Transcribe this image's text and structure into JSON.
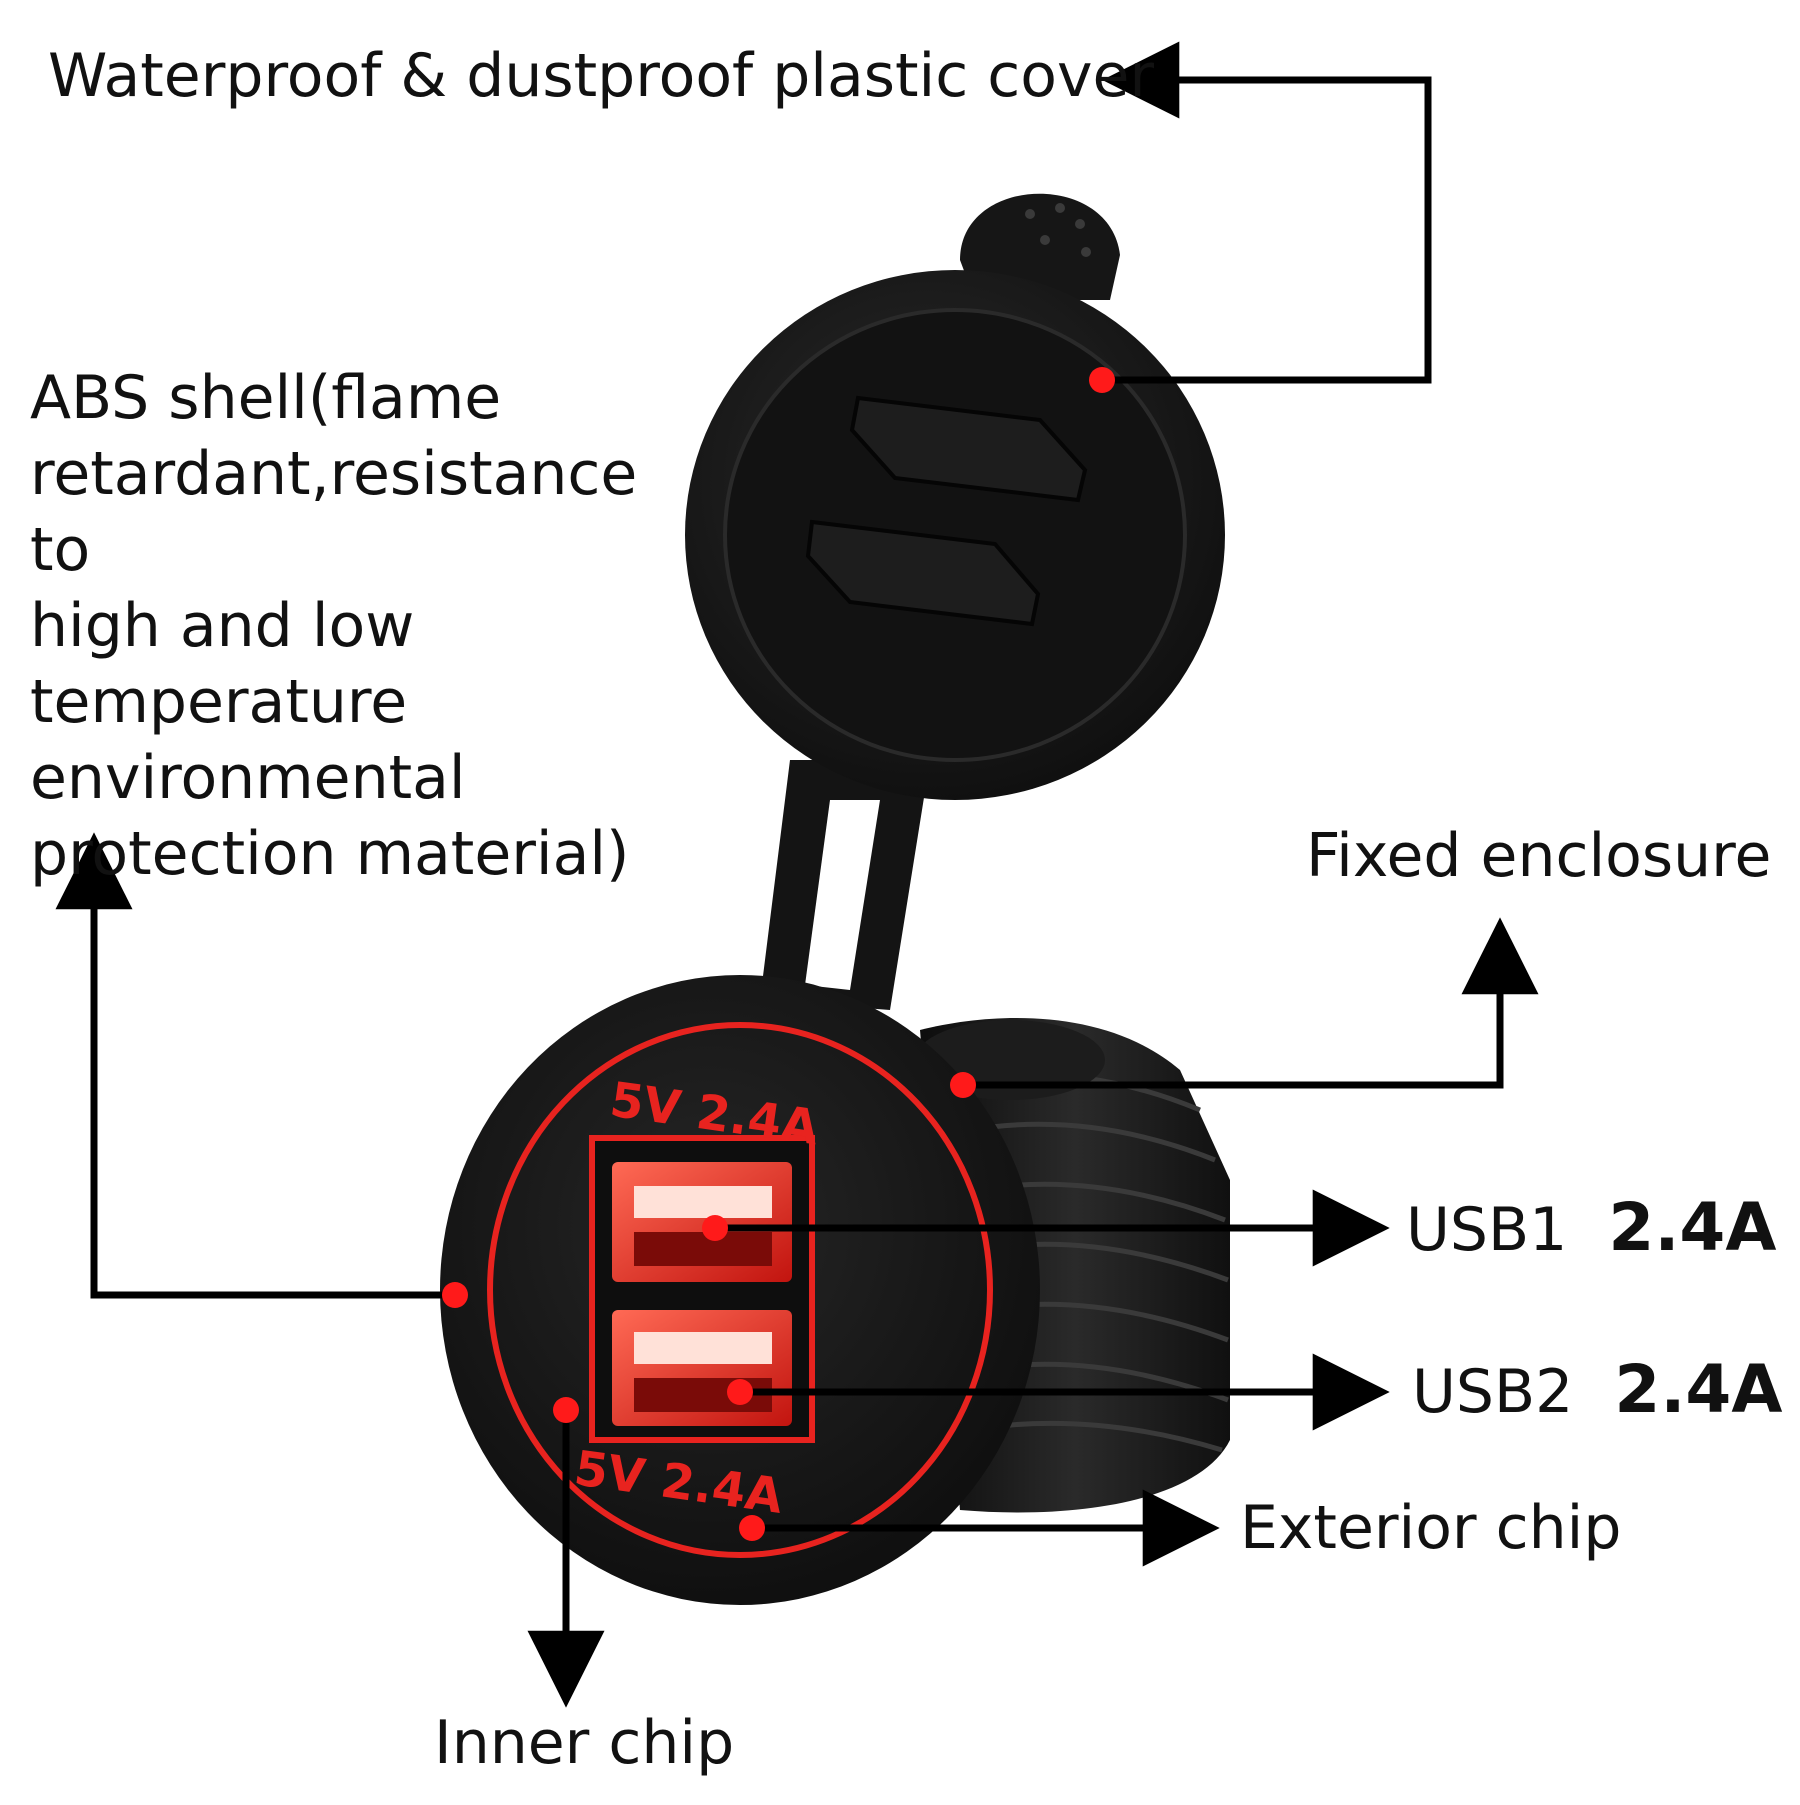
{
  "labels": {
    "cover": "Waterproof & dustproof plastic cover",
    "abs_lines": [
      "ABS shell(flame",
      "retardant,resistance to",
      "high and low",
      "temperature",
      "environmental",
      "protection material)"
    ],
    "fixed_enclosure": "Fixed enclosure",
    "usb1_name": "USB1",
    "usb1_rating": "2.4A",
    "usb2_name": "USB2",
    "usb2_rating": "2.4A",
    "exterior_chip": "Exterior chip",
    "inner_chip": "Inner chip"
  },
  "socket": {
    "top_rating": "5V 2.4A",
    "bottom_rating": "5V 2.4A"
  },
  "colors": {
    "body": "#151515",
    "cover": "#1a1a1a",
    "led_red": "#e8231f",
    "marker_red": "#ff1a1a",
    "line": "#000000"
  }
}
